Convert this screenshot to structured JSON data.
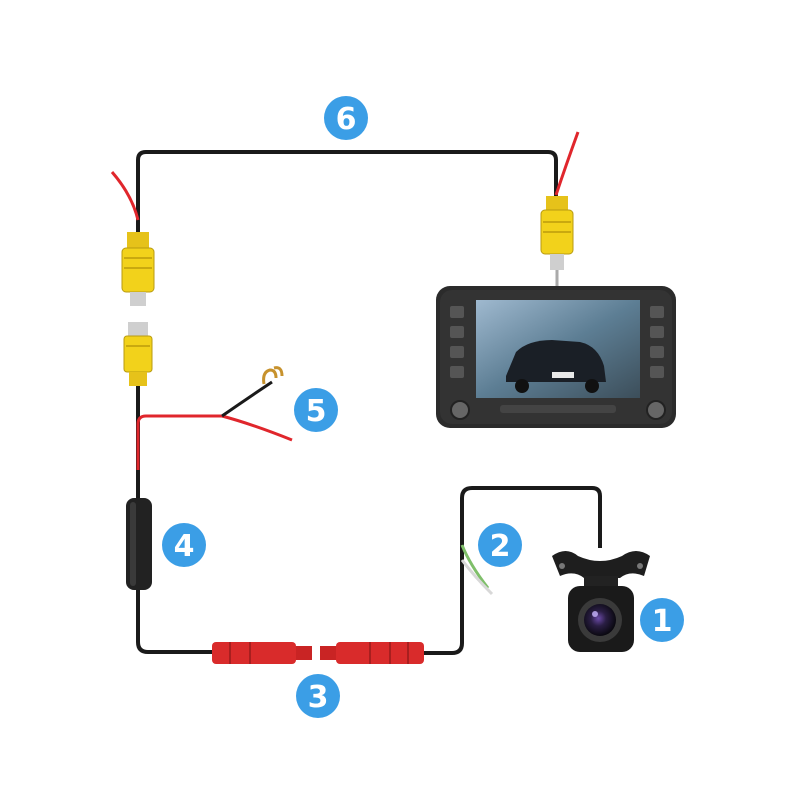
{
  "badges": [
    {
      "id": "camera",
      "label": "1"
    },
    {
      "id": "camera-cable",
      "label": "2"
    },
    {
      "id": "connector",
      "label": "3"
    },
    {
      "id": "filter-box",
      "label": "4"
    },
    {
      "id": "power-wire",
      "label": "5"
    },
    {
      "id": "video-cable",
      "label": "6"
    }
  ],
  "colors": {
    "badge": "#3b9ee6",
    "cable": "#1a1a1a",
    "wire_red": "#e0262c",
    "rca_yellow": "#f2d21b",
    "plug_red": "#d92b2b"
  },
  "icons": {
    "camera": "rear-view-camera-icon",
    "monitor": "car-stereo-monitor-icon"
  }
}
